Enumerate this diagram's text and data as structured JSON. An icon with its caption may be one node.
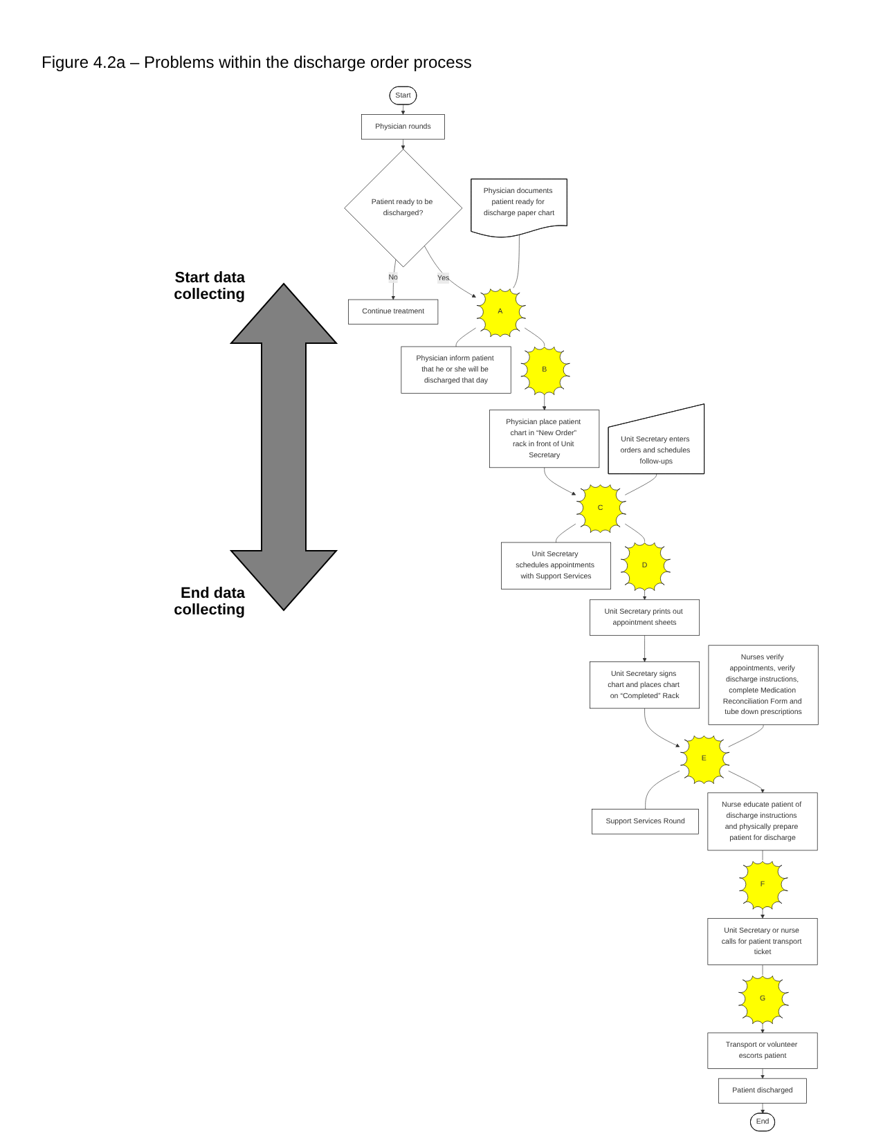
{
  "diagram": {
    "title": "Figure 4.2a – Problems within the discharge order process",
    "nodes": [
      {
        "text": [
          "Start"
        ]
      },
      {
        "text": [
          "Physician rounds"
        ]
      },
      {
        "text": [
          "Continue treatment"
        ]
      },
      {
        "text": [
          "Patient ready to be discharged?"
        ]
      },
      {
        "text": [
          "Physician documents patient ready for discharge paper chart"
        ]
      },
      {
        "text": [
          "A"
        ]
      },
      {
        "text": [
          "Physician inform patient that he or she will be discharged that day"
        ]
      },
      {
        "text": [
          "B"
        ]
      },
      {
        "text": [
          "Physician place patient chart in “New Order” rack in front of Unit Secretary"
        ]
      },
      {
        "text": [
          "Unit Secretary enters orders and schedules follow-ups"
        ]
      },
      {
        "text": [
          "C"
        ]
      },
      {
        "text": [
          "Unit Secretary schedules appointments with Support Services"
        ]
      },
      {
        "text": [
          "D"
        ]
      },
      {
        "text": [
          "Unit Secretary prints out appointment sheets"
        ]
      },
      {
        "text": [
          "Unit Secretary signs chart and places chart on “Completed” Rack"
        ]
      },
      {
        "text": [
          "Nurses verify appointments, verify discharge instructions, complete Medication Reconciliation Form and tube down prescriptions"
        ]
      },
      {
        "text": [
          "E"
        ]
      },
      {
        "text": [
          "Support Services Round"
        ]
      },
      {
        "text": [
          "Nurse educate patient of discharge instructions and physically prepare patient for discharge"
        ]
      },
      {
        "text": [
          "F"
        ]
      },
      {
        "text": [
          "Unit Secretary or nurse calls for patient transport ticket"
        ]
      },
      {
        "text": [
          "G"
        ]
      },
      {
        "text": [
          "Transport or volunteer escorts patient"
        ]
      },
      {
        "text": [
          "Patient discharged"
        ]
      },
      {
        "text": [
          "End"
        ]
      }
    ],
    "edges": [
      {
        "from": 0,
        "to": 1,
        "arrow": "to"
      },
      {
        "from": 1,
        "to": 3,
        "arrow": "to"
      },
      {
        "from": 3,
        "to": 2,
        "arrow": "to",
        "label": "No"
      },
      {
        "from": 3,
        "to": 5,
        "arrow": "to",
        "label": "Yes"
      },
      {
        "from": 4,
        "to": 5,
        "arrow": "none"
      },
      {
        "from": 5,
        "to": 6,
        "arrow": "none"
      },
      {
        "from": 5,
        "to": 7,
        "arrow": "none"
      },
      {
        "from": 7,
        "to": 8,
        "arrow": "to"
      },
      {
        "from": 8,
        "to": 10,
        "arrow": "to"
      },
      {
        "from": 9,
        "to": 10,
        "arrow": "none"
      },
      {
        "from": 10,
        "to": 11,
        "arrow": "none"
      },
      {
        "from": 10,
        "to": 12,
        "arrow": "none"
      },
      {
        "from": 12,
        "to": 13,
        "arrow": "to"
      },
      {
        "from": 13,
        "to": 14,
        "arrow": "to"
      },
      {
        "from": 14,
        "to": 16,
        "arrow": "to"
      },
      {
        "from": 15,
        "to": 16,
        "arrow": "none"
      },
      {
        "from": 16,
        "to": 17,
        "arrow": "none"
      },
      {
        "from": 16,
        "to": 18,
        "arrow": "to"
      },
      {
        "from": 18,
        "to": 19,
        "arrow": "none"
      },
      {
        "from": 19,
        "to": 20,
        "arrow": "to"
      },
      {
        "from": 20,
        "to": 21,
        "arrow": "none"
      },
      {
        "from": 21,
        "to": 22,
        "arrow": "to"
      },
      {
        "from": 22,
        "to": 23,
        "arrow": "to"
      },
      {
        "from": 23,
        "to": 24,
        "arrow": "to"
      }
    ],
    "labels": [
      "Start data collecting",
      "End data collecting"
    ]
  }
}
